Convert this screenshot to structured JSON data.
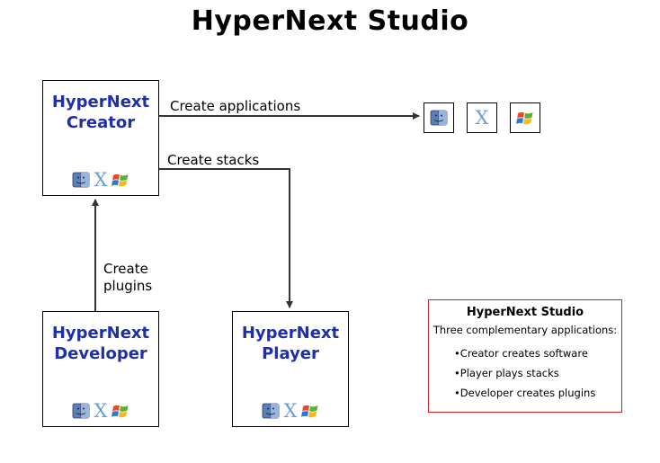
{
  "title": "HyperNext Studio",
  "nodes": {
    "creator": {
      "line1": "HyperNext",
      "line2": "Creator"
    },
    "developer": {
      "line1": "HyperNext",
      "line2": "Developer"
    },
    "player": {
      "line1": "HyperNext",
      "line2": "Player"
    }
  },
  "edges": {
    "create_applications": "Create applications",
    "create_stacks": "Create stacks",
    "create_plugins": [
      "Create",
      "plugins"
    ]
  },
  "platform_icons": [
    "mac-finder-icon",
    "mac-os-x-icon",
    "windows-logo-icon"
  ],
  "os_x_glyph": "X",
  "info": {
    "title": "HyperNext Studio",
    "subtitle": "Three complementary applications:",
    "items": [
      "Creator creates software",
      "Player plays stacks",
      "Developer creates plugins"
    ]
  },
  "colors": {
    "node_title": "#1f2fa8",
    "info_border": "#cc1e1e"
  }
}
